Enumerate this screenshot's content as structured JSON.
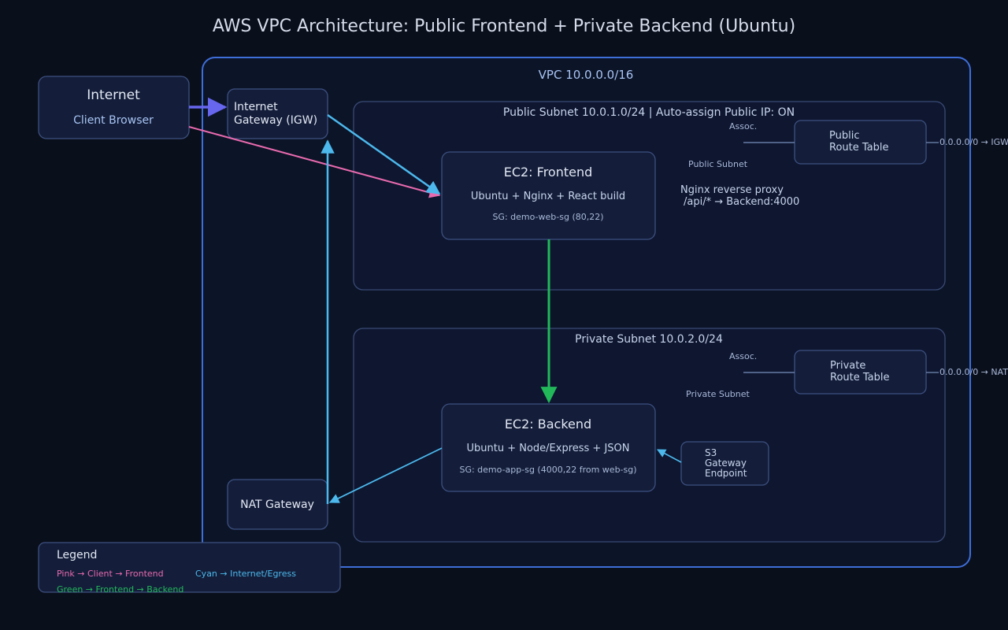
{
  "title": "AWS VPC Architecture: Public Frontend + Private Backend (Ubuntu)",
  "vpc": {
    "label": "VPC 10.0.0.0/16"
  },
  "internet": {
    "title": "Internet",
    "subtitle": "Client Browser"
  },
  "igw": {
    "line1": "Internet",
    "line2": "Gateway (IGW)"
  },
  "nat": {
    "label": "NAT Gateway"
  },
  "public_subnet": {
    "label": "Public Subnet 10.0.1.0/24  |  Auto-assign Public IP: ON",
    "assoc_label": "Assoc.",
    "assoc_target": "Public Subnet",
    "route_table": {
      "line1": "Public",
      "line2": "Route Table",
      "route": "0.0.0.0/0 → IGW"
    },
    "note_line1": "Nginx reverse proxy",
    "note_line2": "/api/* → Backend:4000"
  },
  "frontend": {
    "title": "EC2: Frontend",
    "stack": "Ubuntu + Nginx + React build",
    "sg": "SG: demo-web-sg (80,22)"
  },
  "private_subnet": {
    "label": "Private Subnet 10.0.2.0/24",
    "assoc_label": "Assoc.",
    "assoc_target": "Private Subnet",
    "route_table": {
      "line1": "Private",
      "line2": "Route Table",
      "route": "0.0.0.0/0 → NAT"
    }
  },
  "backend": {
    "title": "EC2: Backend",
    "stack": "Ubuntu + Node/Express + JSON",
    "sg": "SG: demo-app-sg (4000,22 from web-sg)"
  },
  "s3": {
    "line1": "S3",
    "line2": "Gateway",
    "line3": "Endpoint"
  },
  "legend": {
    "title": "Legend",
    "pink": "Pink → Client → Frontend",
    "cyan": "Cyan → Internet/Egress",
    "green": "Green → Frontend → Backend"
  },
  "colors": {
    "pink": "#e86aae",
    "cyan": "#4cb8ec",
    "green": "#22b85a",
    "indigo": "#6666ee",
    "vpc_border": "#3e6ed8",
    "box_fill": "#141e3a",
    "box_border": "#3d5080"
  }
}
